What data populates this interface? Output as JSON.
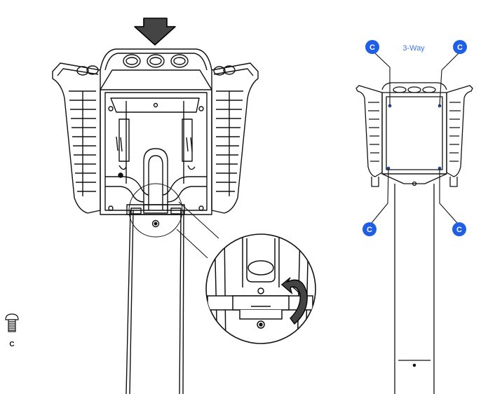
{
  "diagram": {
    "callout_letter": "C",
    "right_view_title": "3-Way",
    "legend_letter": "C"
  },
  "colors": {
    "callout_fill": "#1f5fe6",
    "callout_text": "#ffffff",
    "title_text": "#3b78e8",
    "line": "#111111",
    "arrow_fill": "#444444",
    "arrow_stroke": "#000000"
  }
}
